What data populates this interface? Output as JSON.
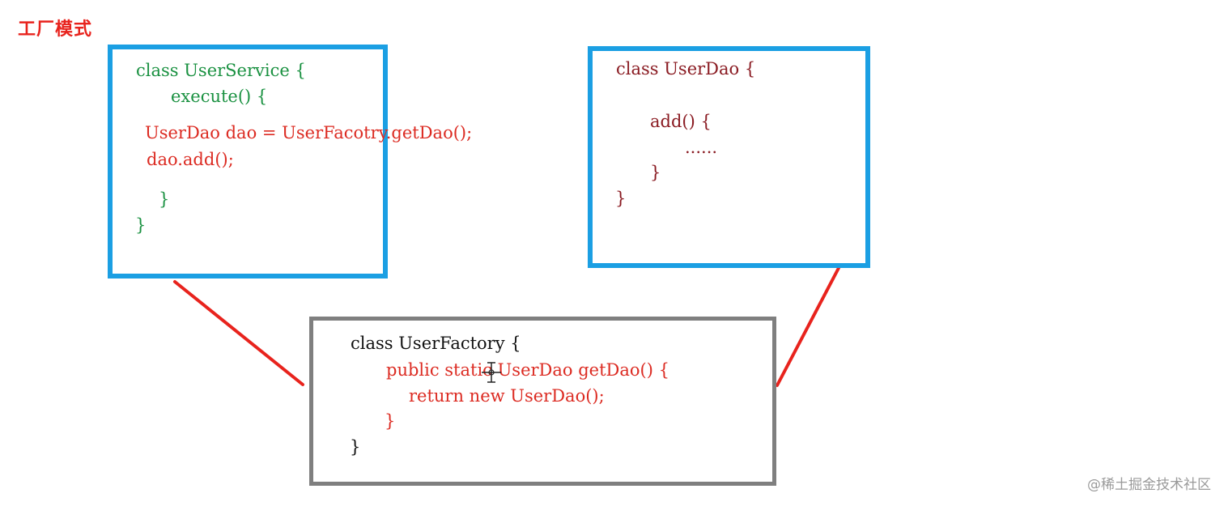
{
  "title": "工厂模式",
  "user_service": {
    "line1": "class UserService {",
    "line2": "execute() {",
    "line3": "UserDao dao = UserFacotry.getDao();",
    "line4": "dao.add();",
    "line5": "}",
    "line6": "}"
  },
  "user_dao": {
    "line1": "class UserDao {",
    "line2": "add() {",
    "line3": "......",
    "line4": "}",
    "line5": "}"
  },
  "user_factory": {
    "line1": "class UserFactory {",
    "line2": "public static UserDao getDao() {",
    "line3": "return new UserDao();",
    "line4": "}",
    "line5": "}"
  },
  "watermark": "@稀土掘金技术社区",
  "colors": {
    "title": "#e8231d",
    "box_border_blue": "#1b9fe3",
    "box_border_gray": "#7f7f7f",
    "connector": "#e8231d",
    "code_green": "#1a9141",
    "code_darkred": "#8a1b22",
    "code_red": "#dc2b22"
  }
}
